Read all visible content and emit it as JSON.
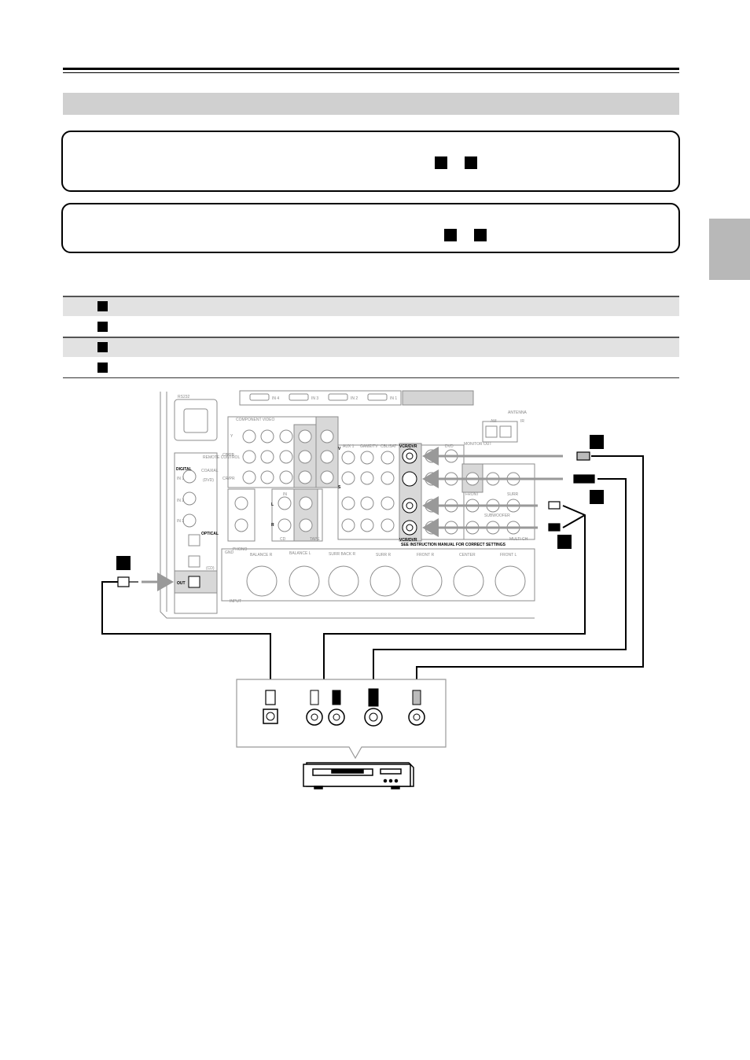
{
  "page": {
    "header": {
      "rules": "double"
    },
    "section_title": "",
    "note_boxes": [
      {
        "text": "",
        "marker_count": 2
      },
      {
        "text": "",
        "marker_count": 2
      }
    ],
    "table": {
      "rows": [
        {
          "label": "",
          "shaded": true
        },
        {
          "label": "",
          "shaded": false
        },
        {
          "label": "",
          "shaded": true
        },
        {
          "label": "",
          "shaded": false
        }
      ]
    }
  },
  "diagram": {
    "receiver_panel": {
      "labels": {
        "rs232": "RS232",
        "hdmi_in4": "IN 4",
        "hdmi_in3": "IN 3",
        "hdmi_in2": "IN 2",
        "hdmi_in1": "IN 1",
        "component_video": "COMPONENT VIDEO",
        "antenna": "ANTENNA",
        "am": "AM",
        "vcr_dvr_top": "VCR/DVR",
        "vcr_dvr_bottom": "VCR/DVR",
        "dvd": "DVD",
        "aux1": "AUX 1",
        "game_tv": "GAME/TV",
        "cbl_sat": "CBL/SAT",
        "digital": "DIGITAL",
        "coaxial": "COAXIAL",
        "optical": "OPTICAL",
        "out": "OUT",
        "in1": "IN 1",
        "in2": "IN 2",
        "in3": "IN 3",
        "phono": "PHONO",
        "gnd": "GND",
        "balance_r": "BALANCE R",
        "balance_l": "BALANCE L",
        "surr_back_r": "SURR BACK R",
        "surr_r": "SURR R",
        "front_r": "FRONT R",
        "center": "CENTER",
        "front_l": "FRONT L",
        "input": "INPUT",
        "cd": "CD",
        "tape": "TAPE",
        "multi_ch": "MULTI CH",
        "front": "FRONT",
        "surr": "SURR",
        "in": "IN",
        "remote_control": "REMOTE CONTROL",
        "ir": "IR",
        "monitor_out": "MONITOR OUT",
        "subwoofer": "SUBWOOFER",
        "see_manual": "SEE INSTRUCTION MANUAL FOR CORRECT SETTINGS",
        "l": "L",
        "r": "R",
        "v": "V",
        "s": "S",
        "y": "Y",
        "cb_pb": "CB/PB",
        "cr_pr": "CR/PR",
        "dvd_coax": "(DVD)",
        "cd_opt": "(CD)"
      }
    },
    "callouts": [
      "",
      "",
      "",
      ""
    ],
    "colors": {
      "arrow": "#999999",
      "panel_line": "#8c8c8c",
      "cable": "#000000"
    },
    "device": {
      "name": ""
    }
  }
}
